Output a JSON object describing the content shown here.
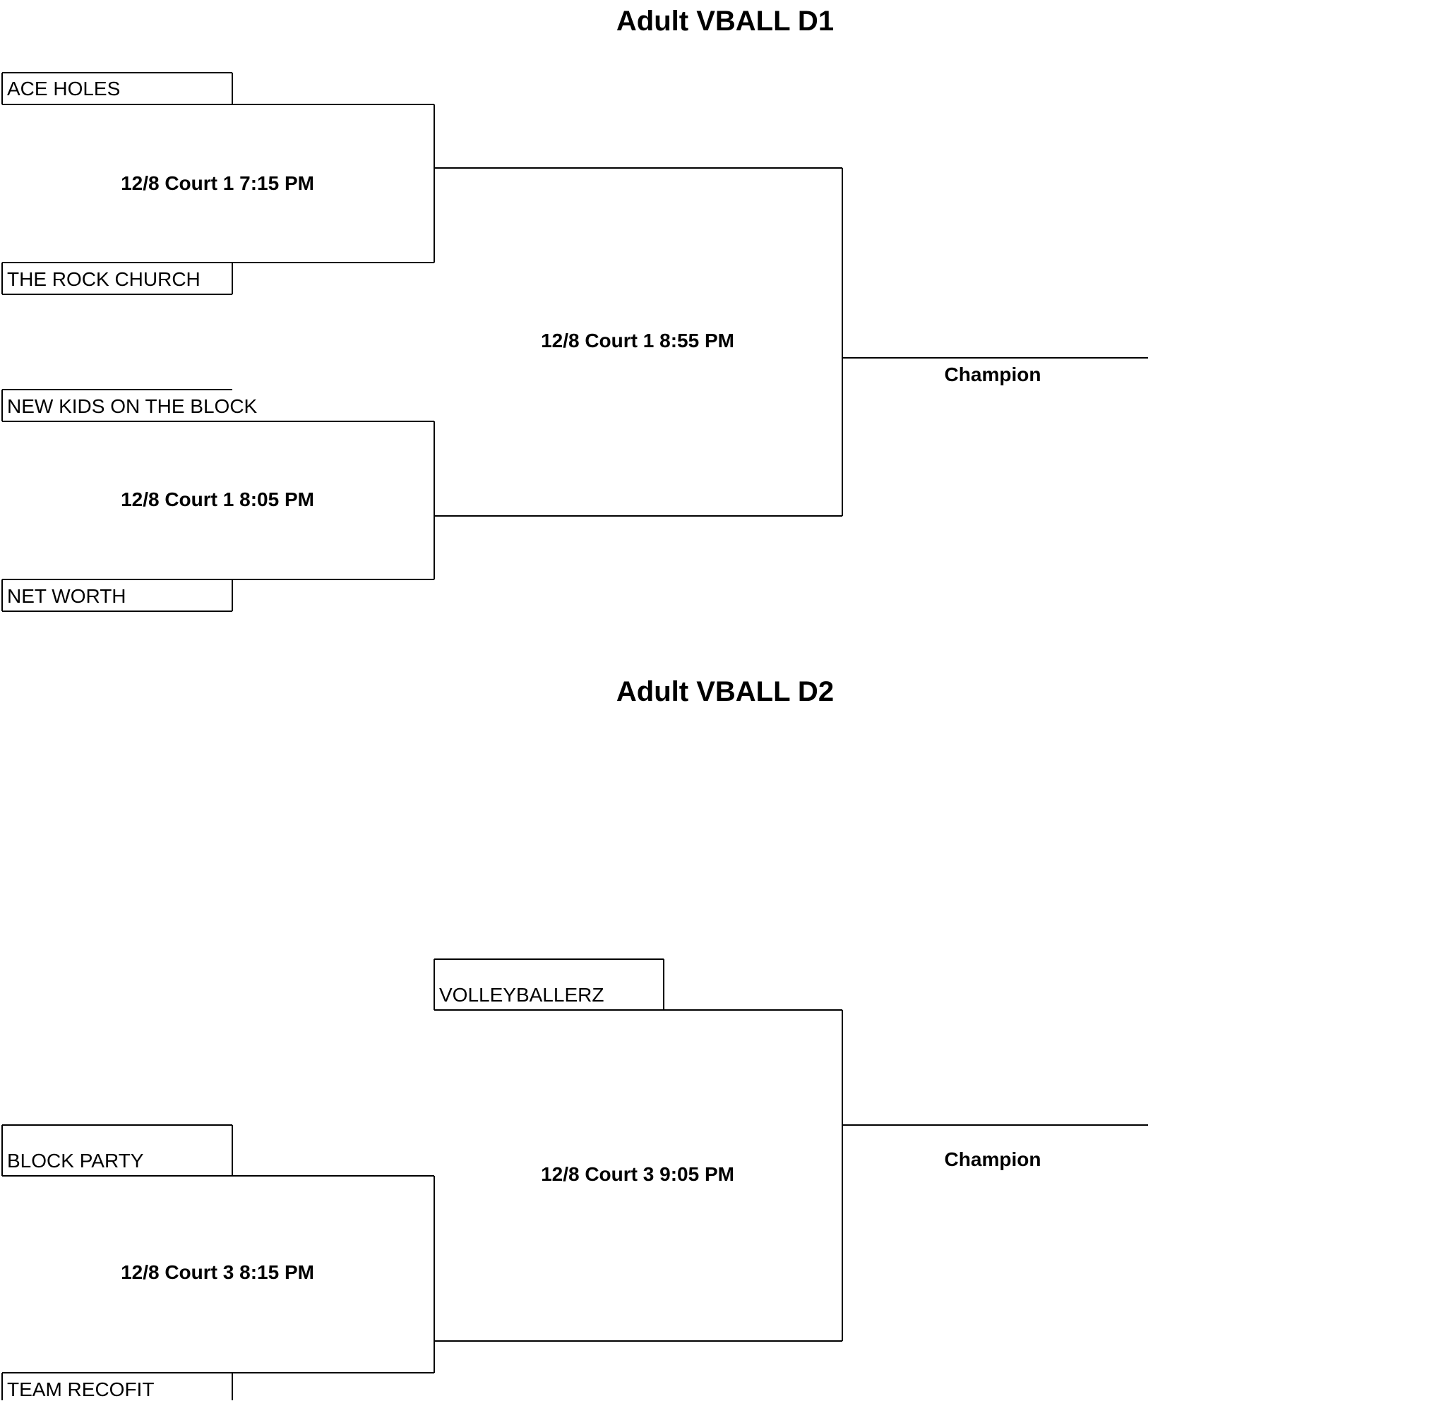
{
  "brackets": [
    {
      "title": "Adult VBALL D1",
      "teams": [
        "ACE HOLES",
        "THE ROCK CHURCH",
        "NEW  KIDS ON THE BLOCK",
        "NET WORTH"
      ],
      "matches": [
        "12/8 Court 1 7:15 PM",
        "12/8 Court 1 8:05 PM",
        "12/8 Court 1 8:55 PM"
      ],
      "champion_label": "Champion"
    },
    {
      "title": "Adult VBALL D2",
      "teams": [
        "VOLLEYBALLERZ",
        "BLOCK PARTY",
        "TEAM RECOFIT"
      ],
      "matches": [
        "12/8 Court 3 8:15 PM",
        "12/8 Court 3 9:05 PM"
      ],
      "champion_label": "Champion"
    }
  ]
}
